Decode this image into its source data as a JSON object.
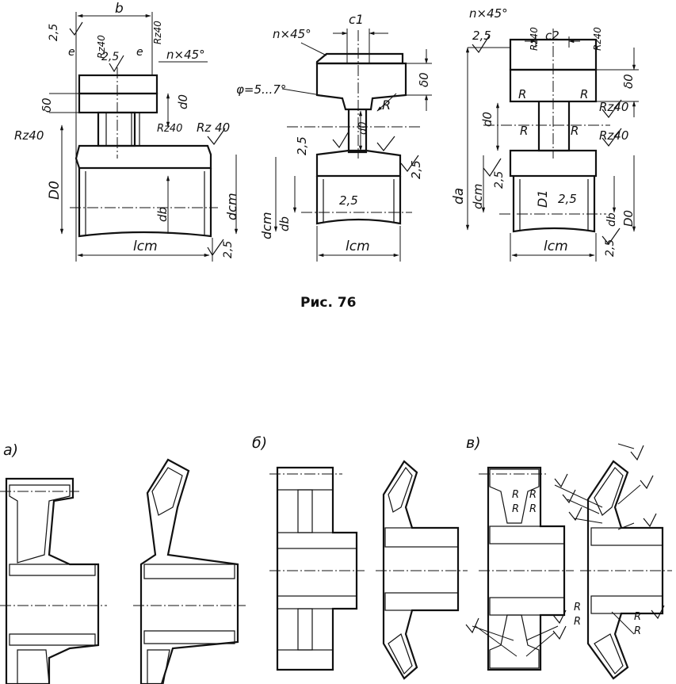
{
  "caption": "Рис. 76",
  "panel_labels": {
    "a": "а)",
    "b": "б)",
    "v": "в)"
  },
  "fig1": {
    "width": "b",
    "rough_top": "2,5",
    "rz_top1": "Rz40",
    "chamfer_e": "e",
    "rough_mid": "2,5",
    "chamfer_e2": "e",
    "rz_top2": "Rz40",
    "chamfer": "n×45°",
    "delta": "δ0",
    "rz_left": "Rz40",
    "d0": "d0",
    "rz_mid": "Rz40",
    "rz_right": "Rz 40",
    "D0": "D0",
    "db": "db",
    "dst": "dcm",
    "lst": "lcm",
    "rough_bottom": "2,5"
  },
  "fig2": {
    "chamfer": "n×45°",
    "c1": "c1",
    "angle": "φ=5...7°",
    "delta": "δ0",
    "R": "R",
    "d0": "d0",
    "rough_left": "2,5",
    "rough_right": "2,5",
    "rough_bore": "2,5",
    "dst": "dcm",
    "db": "db",
    "lst": "lcm"
  },
  "fig3": {
    "chamfer": "n×45°",
    "rough_top": "2,5",
    "rz1": "Rz40",
    "c2": "c2",
    "rz2": "Rz40",
    "da": "da",
    "delta": "δ0",
    "R1": "R",
    "R2": "R",
    "R3": "R",
    "R4": "R",
    "d0": "d0",
    "rz3": "Rz40",
    "rz4": "Rz40",
    "dst": "dcm",
    "rough_left": "2,5",
    "D1": "D1",
    "rough_bore": "2,5",
    "db": "db",
    "D0": "D0",
    "lst": "lcm",
    "rough_bottom": "2,5"
  },
  "bottom_v": {
    "R1": "R",
    "R2": "R",
    "R3": "R",
    "R4": "R",
    "R5": "R",
    "R6": "R",
    "R7": "R",
    "R8": "R"
  }
}
